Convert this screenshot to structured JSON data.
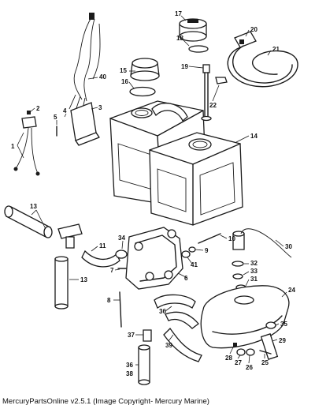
{
  "caption": "MercuryPartsOnline v2.5.1 (Image Copyright- Mercury Marine)",
  "callouts": [
    "1",
    "2",
    "3",
    "4",
    "5",
    "6",
    "7",
    "8",
    "9",
    "10",
    "11",
    "13",
    "13",
    "14",
    "15",
    "16",
    "17",
    "18",
    "19",
    "20",
    "21",
    "22",
    "24",
    "25",
    "26",
    "27",
    "28",
    "29",
    "30",
    "31",
    "32",
    "33",
    "34",
    "35",
    "36",
    "36",
    "37",
    "38",
    "39",
    "40",
    "41"
  ]
}
